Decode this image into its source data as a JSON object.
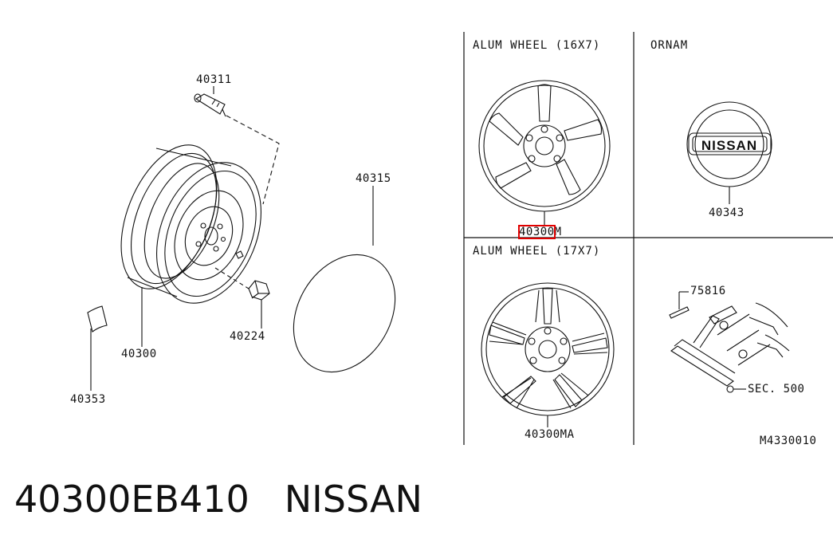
{
  "panels": {
    "alum_16": "ALUM WHEEL (16X7)",
    "ornam": "ORNAM",
    "alum_17": "ALUM WHEEL (17X7)"
  },
  "parts": {
    "p40311": "40311",
    "p40315": "40315",
    "p40300": "40300",
    "p40224": "40224",
    "p40353": "40353",
    "p40300_hl": "40300",
    "p40300_suffix": "M",
    "p40343": "40343",
    "p40300ma": "40300MA",
    "p75816": "75816",
    "sec500": "SEC. 500"
  },
  "emblem_text": "NISSAN",
  "diagram_code": "M4330010",
  "footer": {
    "part_number": "40300EB410",
    "brand": "NISSAN"
  },
  "colors": {
    "line": "#111111",
    "highlight": "#e10000"
  }
}
